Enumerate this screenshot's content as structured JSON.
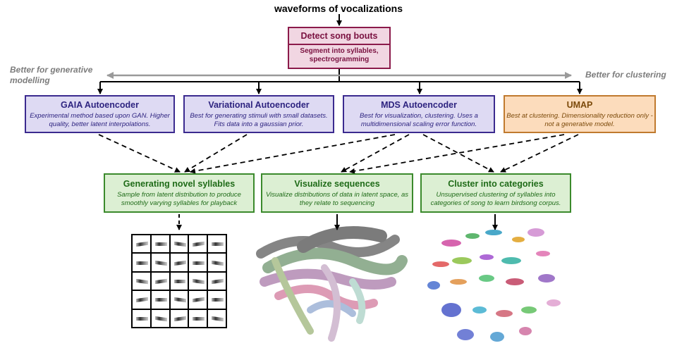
{
  "diagram": {
    "input_label": "waveforms of vocalizations",
    "detect": {
      "title": "Detect song bouts",
      "subtitle": "Segment into syllables, spectrogramming"
    },
    "axis": {
      "left_label": "Better for generative modelling",
      "right_label": "Better for clustering"
    },
    "models": [
      {
        "title": "GAIA Autoencoder",
        "desc": "Experimental method based upon GAN. Higher quality, better latent interpolations."
      },
      {
        "title": "Variational Autoencoder",
        "desc": "Best for generating stimuli with small datasets. Fits data into a gaussian prior."
      },
      {
        "title": "MDS Autoencoder",
        "desc": "Best for visualization, clustering. Uses a multidimensional scaling error function."
      },
      {
        "title": "UMAP",
        "desc": "Best at clustering. Dimensionality reduction only - not a generative model."
      }
    ],
    "tasks": [
      {
        "title": "Generating novel syllables",
        "desc": "Sample from latent distribution to produce smoothly varying syllables for playback"
      },
      {
        "title": "Visualize sequences",
        "desc": "Visualize distributions of data in latent space, as they relate to sequencing"
      },
      {
        "title": "Cluster into categories",
        "desc": "Unsupervised clustering of syllables into categories of song to learn birdsong corpus."
      }
    ],
    "colors": {
      "detect_fill": "#f1d6e2",
      "detect_border": "#8b1a4a",
      "model_fill": "#dedaf3",
      "model_border": "#3b2a8f",
      "umap_fill": "#fcdcbc",
      "umap_border": "#c07a2e",
      "task_fill": "#dcefd3",
      "task_border": "#3b8a2c",
      "axis_arrow": "#9a9a9a"
    }
  }
}
